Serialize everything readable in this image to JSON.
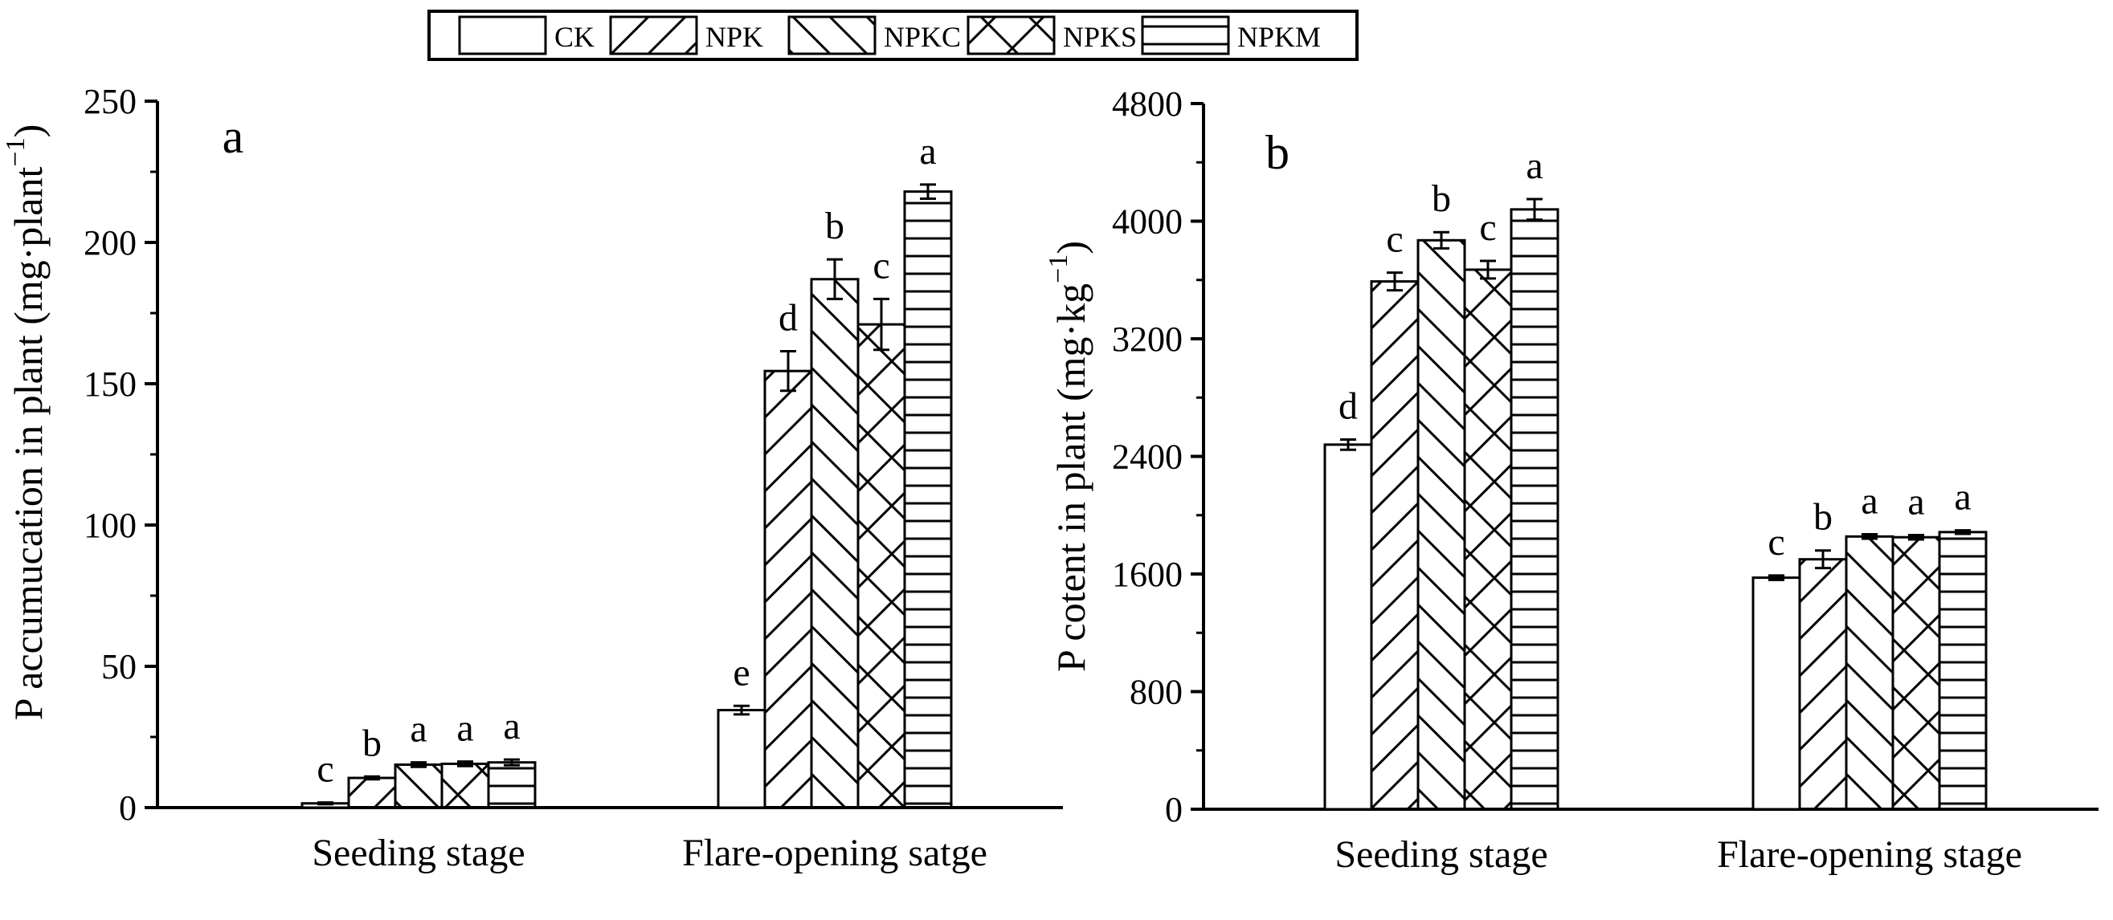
{
  "legend": {
    "items": [
      {
        "label": "CK",
        "pattern": "none"
      },
      {
        "label": "NPK",
        "pattern": "fwd"
      },
      {
        "label": "NPKC",
        "pattern": "back"
      },
      {
        "label": "NPKS",
        "pattern": "cross"
      },
      {
        "label": "NPKM",
        "pattern": "horiz"
      }
    ]
  },
  "chart_data": [
    {
      "type": "bar",
      "panel_label": "a",
      "ylabel": "P accumucation in plant (mg·plant",
      "ylabel_sup": "−1",
      "ylabel_tail": ")",
      "ylim": [
        0,
        250
      ],
      "yticks": [
        "0",
        "50",
        "100",
        "150",
        "200",
        "250"
      ],
      "categories": [
        "Seeding stage",
        "Flare-opening satge"
      ],
      "series": [
        {
          "name": "CK",
          "values": [
            1.5,
            34.5
          ],
          "errors": [
            0.3,
            1.5
          ],
          "letters": [
            "c",
            "e"
          ]
        },
        {
          "name": "NPK",
          "values": [
            10.5,
            154.5
          ],
          "errors": [
            0.5,
            7
          ],
          "letters": [
            "b",
            "d"
          ]
        },
        {
          "name": "NPKC",
          "values": [
            15.2,
            187
          ],
          "errors": [
            0.8,
            7
          ],
          "letters": [
            "a",
            "b"
          ]
        },
        {
          "name": "NPKS",
          "values": [
            15.5,
            171
          ],
          "errors": [
            0.8,
            9
          ],
          "letters": [
            "a",
            "c"
          ]
        },
        {
          "name": "NPKM",
          "values": [
            16,
            218
          ],
          "errors": [
            1,
            2.5
          ],
          "letters": [
            "a",
            "a"
          ]
        }
      ]
    },
    {
      "type": "bar",
      "panel_label": "b",
      "ylabel": "P cotent in plant (mg·kg",
      "ylabel_sup": "−1",
      "ylabel_tail": ")",
      "ylim": [
        0,
        4800
      ],
      "yticks": [
        "0",
        "800",
        "1600",
        "2400",
        "3200",
        "4000",
        "4800"
      ],
      "categories": [
        "Seeding stage",
        "Flare-opening stage"
      ],
      "series": [
        {
          "name": "CK",
          "values": [
            2480,
            1575
          ],
          "errors": [
            35,
            15
          ],
          "letters": [
            "d",
            "c"
          ]
        },
        {
          "name": "NPK",
          "values": [
            3590,
            1700
          ],
          "errors": [
            60,
            60
          ],
          "letters": [
            "c",
            "b"
          ]
        },
        {
          "name": "NPKC",
          "values": [
            3870,
            1855
          ],
          "errors": [
            55,
            15
          ],
          "letters": [
            "b",
            "a"
          ]
        },
        {
          "name": "NPKS",
          "values": [
            3670,
            1850
          ],
          "errors": [
            60,
            15
          ],
          "letters": [
            "c",
            "a"
          ]
        },
        {
          "name": "NPKM",
          "values": [
            4080,
            1885
          ],
          "errors": [
            70,
            12
          ],
          "letters": [
            "a",
            "a"
          ]
        }
      ]
    }
  ]
}
